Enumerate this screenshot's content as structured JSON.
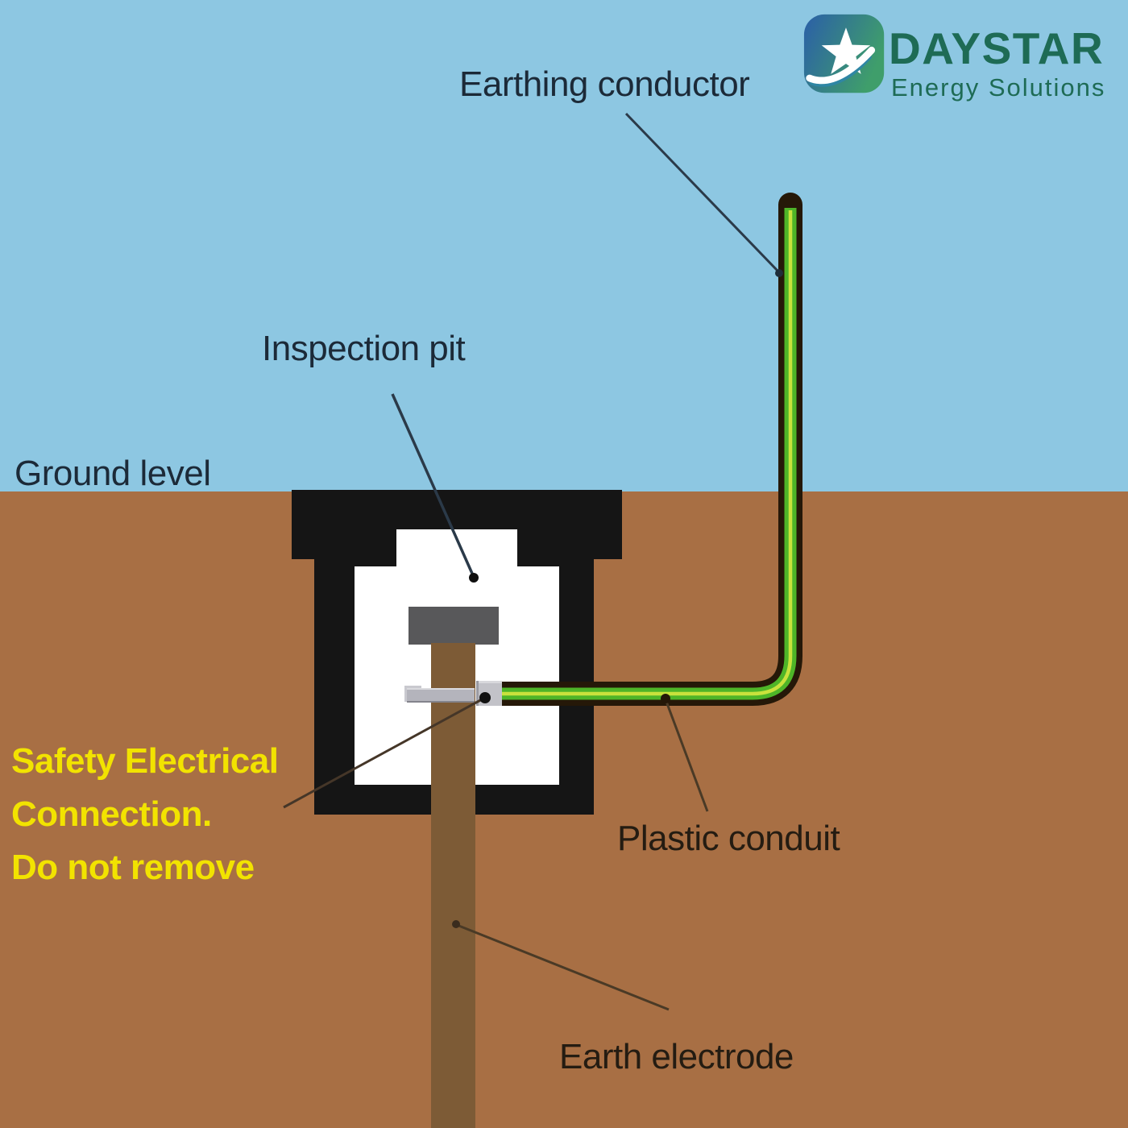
{
  "branding": {
    "title": "DAYSTAR",
    "subtitle": "Energy Solutions"
  },
  "labels": {
    "earthing_conductor": "Earthing conductor",
    "inspection_pit": "Inspection pit",
    "ground_level": "Ground level",
    "plastic_conduit": "Plastic conduit",
    "earth_electrode": "Earth electrode",
    "safety_note": {
      "line1": "Safety Electrical",
      "line2": "Connection.",
      "line3": "Do not remove"
    }
  },
  "icons": {
    "logo_mark": "daystar-star-swoosh-icon"
  },
  "colors": {
    "sky": "#8dc7e2",
    "ground": "#a86f44",
    "pit": "#151515",
    "pit_interior": "#ffffff",
    "electrode": "#7d5b36",
    "cap": "#58585a",
    "clamp_gray": "#b4b4bc",
    "conduit_outline": "#251808",
    "conduit_green": "#4eb528",
    "conduit_highlight": "#c9e23c",
    "label_dark": "#1c2a38",
    "label_earth": "#241c12",
    "safety_yellow": "#f2e300",
    "logo_text": "#1e6b55",
    "logo_blue": "#2b5fa8",
    "logo_green": "#3f9e6b"
  }
}
